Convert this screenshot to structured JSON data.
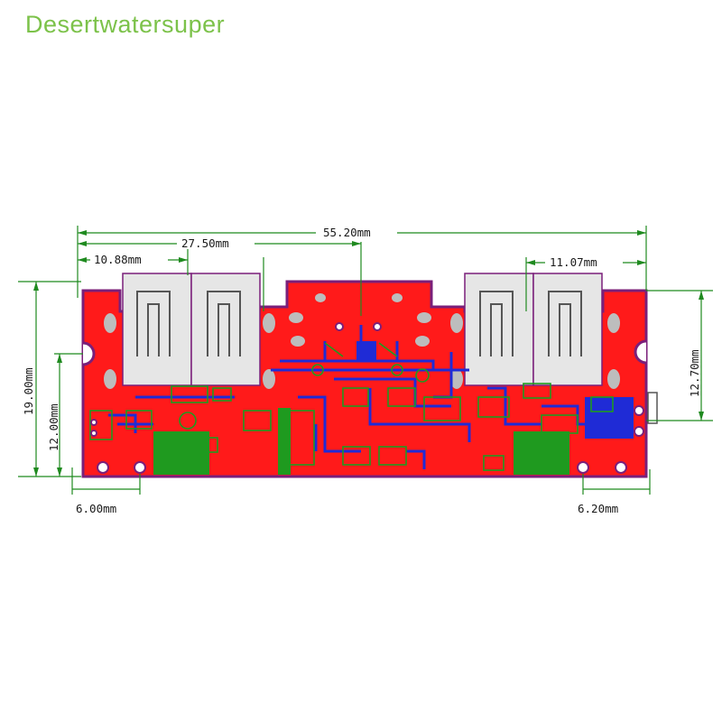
{
  "watermark": "Desertwatersuper",
  "dimensions": {
    "overall_width": "55.20mm",
    "port_span": "27.50mm",
    "left_offset": "10.88mm",
    "right_offset": "11.07mm",
    "overall_height": "19.00mm",
    "left_hole_height": "12.00mm",
    "right_height": "12.70mm",
    "left_hole_x": "6.00mm",
    "right_hole_x": "6.20mm"
  },
  "colors": {
    "board": "#ff1a1a",
    "outline": "#7a1f7a",
    "dimension_line": "#1f8a1f",
    "trace_blue": "#1f2bd6",
    "trace_green": "#1f9a1f",
    "silk": "#d8d8d8"
  }
}
